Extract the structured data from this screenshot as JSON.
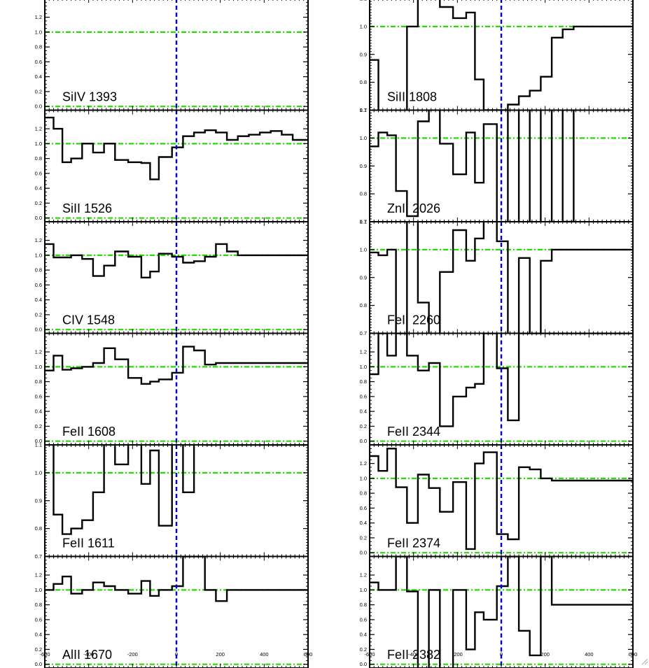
{
  "chart_data": {
    "type": "line",
    "style": "step",
    "shared_x_ticks": [
      "-600",
      "-400",
      "-200",
      "0",
      "200",
      "400",
      "600"
    ],
    "xlim": [
      -600,
      600
    ],
    "reference_lines": {
      "velocity_zero": 0,
      "vertical_color": "#0000ee",
      "horizontal_color": "#22dd00"
    },
    "bin_edges": [
      -600,
      -560,
      -520,
      -480,
      -430,
      -380,
      -330,
      -280,
      -220,
      -160,
      -120,
      -80,
      -20,
      30,
      80,
      130,
      180,
      230,
      280,
      330,
      380,
      430,
      480,
      530,
      570,
      600
    ],
    "panels": [
      {
        "label": "SiIV 1393",
        "ylim": [
          -0.05,
          1.45
        ],
        "yticks": [
          "0.0",
          "0.2",
          "0.4",
          "0.6",
          "0.8",
          "1.0",
          "1.2"
        ],
        "hlines": [
          0,
          1
        ],
        "values": []
      },
      {
        "label": "SiII 1526",
        "ylim": [
          -0.05,
          1.45
        ],
        "yticks": [
          "0.0",
          "0.2",
          "0.4",
          "0.6",
          "0.8",
          "1.0",
          "1.2"
        ],
        "hlines": [
          0,
          1
        ],
        "values": [
          1.35,
          1.2,
          0.75,
          0.8,
          1.0,
          0.88,
          1.0,
          0.78,
          0.75,
          0.74,
          0.52,
          0.82,
          0.95,
          1.1,
          1.15,
          1.18,
          1.15,
          1.05,
          1.1,
          1.12,
          1.15,
          1.17,
          1.12,
          1.05,
          1.05
        ]
      },
      {
        "label": "CIV 1548",
        "ylim": [
          -0.05,
          1.45
        ],
        "yticks": [
          "0.0",
          "0.2",
          "0.4",
          "0.6",
          "0.8",
          "1.0",
          "1.2"
        ],
        "hlines": [
          0,
          1
        ],
        "values": [
          1.15,
          0.97,
          0.97,
          1.0,
          0.95,
          0.72,
          0.86,
          1.05,
          0.98,
          0.7,
          0.78,
          1.02,
          0.98,
          0.9,
          0.92,
          0.98,
          1.15,
          1.05,
          1.0,
          1.0,
          1.0,
          1.0,
          1.0,
          1.0,
          1.0
        ]
      },
      {
        "label": "FeII 1608",
        "ylim": [
          -0.05,
          1.45
        ],
        "yticks": [
          "0.0",
          "0.2",
          "0.4",
          "0.6",
          "0.8",
          "1.0",
          "1.2"
        ],
        "hlines": [
          0,
          1
        ],
        "values": [
          0.95,
          1.15,
          0.96,
          0.98,
          1.0,
          1.05,
          1.25,
          1.1,
          0.85,
          0.77,
          0.8,
          0.83,
          0.92,
          1.27,
          1.22,
          1.03,
          1.05,
          1.05,
          1.05,
          1.05,
          1.05,
          1.05,
          1.05,
          1.05,
          1.05
        ]
      },
      {
        "label": "FeII 1611",
        "ylim": [
          0.7,
          1.1
        ],
        "yticks": [
          "0.7",
          "0.8",
          "0.9",
          "1.0",
          "1.1"
        ],
        "hlines": [
          1
        ],
        "values": [
          1.15,
          0.85,
          0.78,
          0.8,
          0.83,
          0.93,
          1.15,
          1.03,
          1.15,
          0.96,
          1.08,
          0.81,
          1.15,
          0.93,
          1.15,
          1.1,
          1.1,
          1.1,
          1.1,
          1.1,
          1.1,
          1.1,
          1.1,
          1.1,
          1.1
        ]
      },
      {
        "label": "AlII 1670",
        "ylim": [
          -0.05,
          1.45
        ],
        "yticks": [
          "0.0",
          "0.2",
          "0.4",
          "0.6",
          "0.8",
          "1.0",
          "1.2"
        ],
        "hlines": [
          0,
          1
        ],
        "values": [
          1.0,
          1.08,
          1.18,
          0.95,
          1.0,
          1.1,
          1.05,
          1.0,
          0.95,
          1.12,
          0.92,
          1.0,
          1.05,
          1.45,
          1.45,
          1.0,
          0.85,
          1.0,
          1.0,
          1.0,
          1.0,
          1.0,
          1.0,
          1.0,
          1.0
        ]
      },
      {
        "label": "SiII 1808",
        "ylim": [
          0.7,
          1.1
        ],
        "yticks": [
          "0.7",
          "0.8",
          "0.9",
          "1.0",
          "1.1"
        ],
        "hlines": [
          1
        ],
        "values": [
          0.88,
          0.65,
          0.65,
          0.65,
          1.0,
          1.15,
          1.12,
          1.07,
          1.03,
          1.05,
          0.81,
          0.7,
          0.7,
          0.72,
          0.75,
          0.77,
          0.82,
          0.96,
          0.99,
          1.0,
          1.0,
          1.0,
          1.0,
          1.0,
          1.0
        ]
      },
      {
        "label": "ZnII 2026",
        "ylim": [
          0.7,
          1.1
        ],
        "yticks": [
          "0.7",
          "0.8",
          "0.9",
          "1.0",
          "1.1"
        ],
        "hlines": [
          1
        ],
        "values": [
          0.97,
          1.02,
          1.01,
          0.81,
          0.72,
          1.06,
          1.15,
          0.98,
          0.87,
          1.02,
          0.84,
          1.05,
          0.6,
          1.15,
          0.6,
          1.15,
          0.6,
          1.15,
          0.7,
          1.15,
          1.15,
          1.15,
          1.15,
          1.15,
          1.15
        ]
      },
      {
        "label": "FeII 2260",
        "ylim": [
          0.7,
          1.1
        ],
        "yticks": [
          "0.7",
          "0.8",
          "0.9",
          "1.0",
          "1.1"
        ],
        "hlines": [
          1
        ],
        "values": [
          0.99,
          0.98,
          1.0,
          0.6,
          1.15,
          0.81,
          0.6,
          0.92,
          1.07,
          0.96,
          1.04,
          1.15,
          1.03,
          0.6,
          0.97,
          0.6,
          0.96,
          1.0,
          1.0,
          1.0,
          1.0,
          1.0,
          1.0,
          1.0,
          1.0
        ]
      },
      {
        "label": "FeII 2344",
        "ylim": [
          -0.05,
          1.45
        ],
        "yticks": [
          "0.0",
          "0.2",
          "0.4",
          "0.6",
          "0.8",
          "1.0",
          "1.2"
        ],
        "hlines": [
          0,
          1
        ],
        "values": [
          0.9,
          1.45,
          1.15,
          1.45,
          1.15,
          0.95,
          1.05,
          0.2,
          0.6,
          0.72,
          0.77,
          1.45,
          0.98,
          0.28,
          1.45,
          1.45,
          1.45,
          1.45,
          1.45,
          1.45,
          1.45,
          1.45,
          1.45,
          1.45,
          1.45
        ]
      },
      {
        "label": "FeII 2374",
        "ylim": [
          -0.05,
          1.45
        ],
        "yticks": [
          "0.0",
          "0.2",
          "0.4",
          "0.6",
          "0.8",
          "1.0",
          "1.2"
        ],
        "hlines": [
          0,
          1
        ],
        "values": [
          1.3,
          1.1,
          1.4,
          0.88,
          0.4,
          1.05,
          0.87,
          0.55,
          0.95,
          0.05,
          1.2,
          1.35,
          0.25,
          0.18,
          1.15,
          1.12,
          1.0,
          0.97,
          0.97,
          0.97,
          0.97,
          0.97,
          0.97,
          0.97,
          0.97
        ]
      },
      {
        "label": "FeII 2382",
        "ylim": [
          -0.05,
          1.45
        ],
        "yticks": [
          "0.0",
          "0.2",
          "0.4",
          "0.6",
          "0.8",
          "1.0",
          "1.2"
        ],
        "hlines": [
          0,
          1
        ],
        "values": [
          1.1,
          1.0,
          1.0,
          1.45,
          0.98,
          -0.1,
          1.0,
          -0.1,
          1.0,
          0.2,
          0.7,
          0.6,
          1.05,
          1.45,
          0.45,
          0.12,
          1.45,
          0.8,
          0.8,
          0.8,
          0.8,
          0.8,
          0.8,
          0.8,
          0.8
        ]
      }
    ]
  }
}
